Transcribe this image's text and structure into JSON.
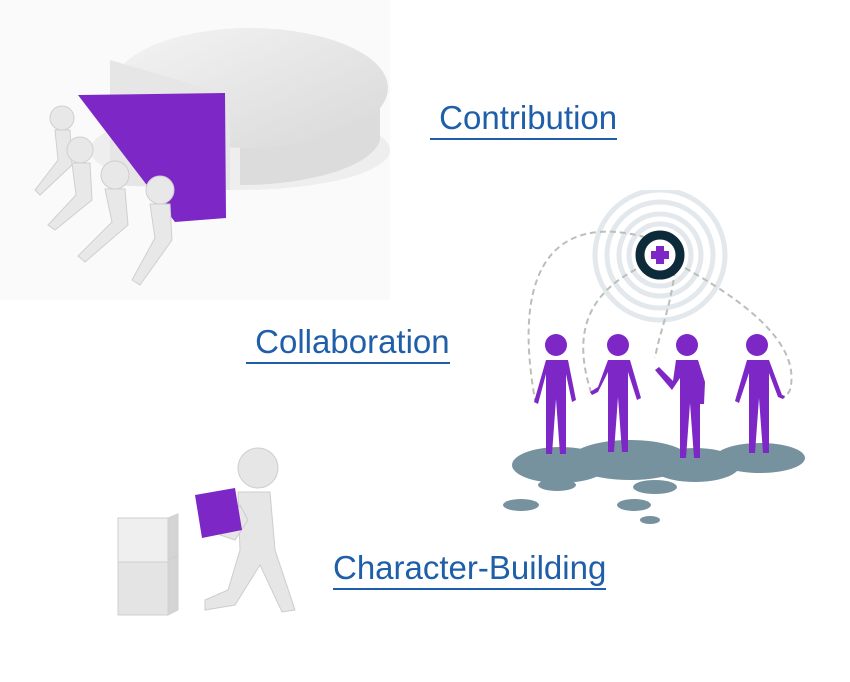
{
  "links": {
    "contribution": " Contribution",
    "collaboration": " Collaboration",
    "character_building": "Character-Building"
  },
  "colors": {
    "link": "#1f5ea8",
    "accent_purple": "#7d27c7",
    "shadow_gray": "#77929f",
    "target_dark": "#0d2a3a"
  },
  "icons": [
    "pie-push-illustration",
    "team-target-illustration",
    "box-building-illustration"
  ]
}
